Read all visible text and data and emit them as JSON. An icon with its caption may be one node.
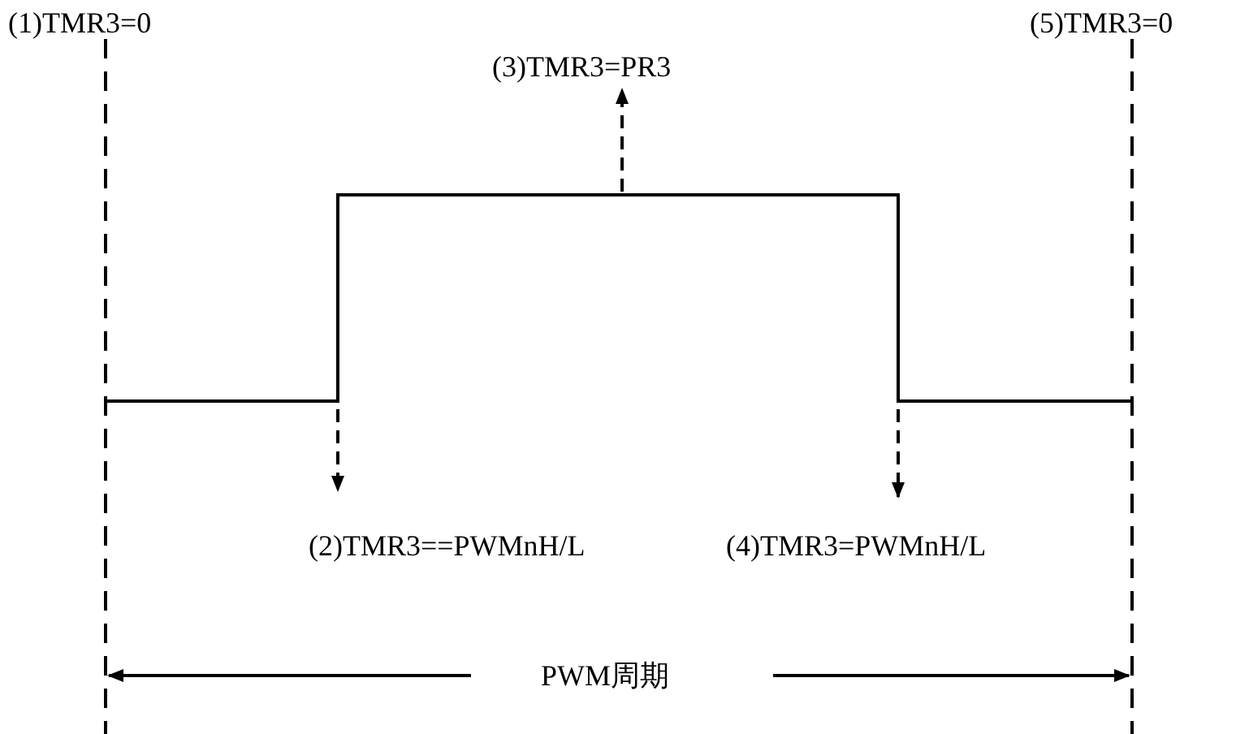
{
  "diagram": {
    "labels": [
      "(1)TMR3=0",
      "(3)TMR3=PR3",
      "(5)TMR3=0",
      "(2)TMR3==PWMnH/L",
      "(4)TMR3=PWMnH/L",
      "PWM周期"
    ]
  }
}
